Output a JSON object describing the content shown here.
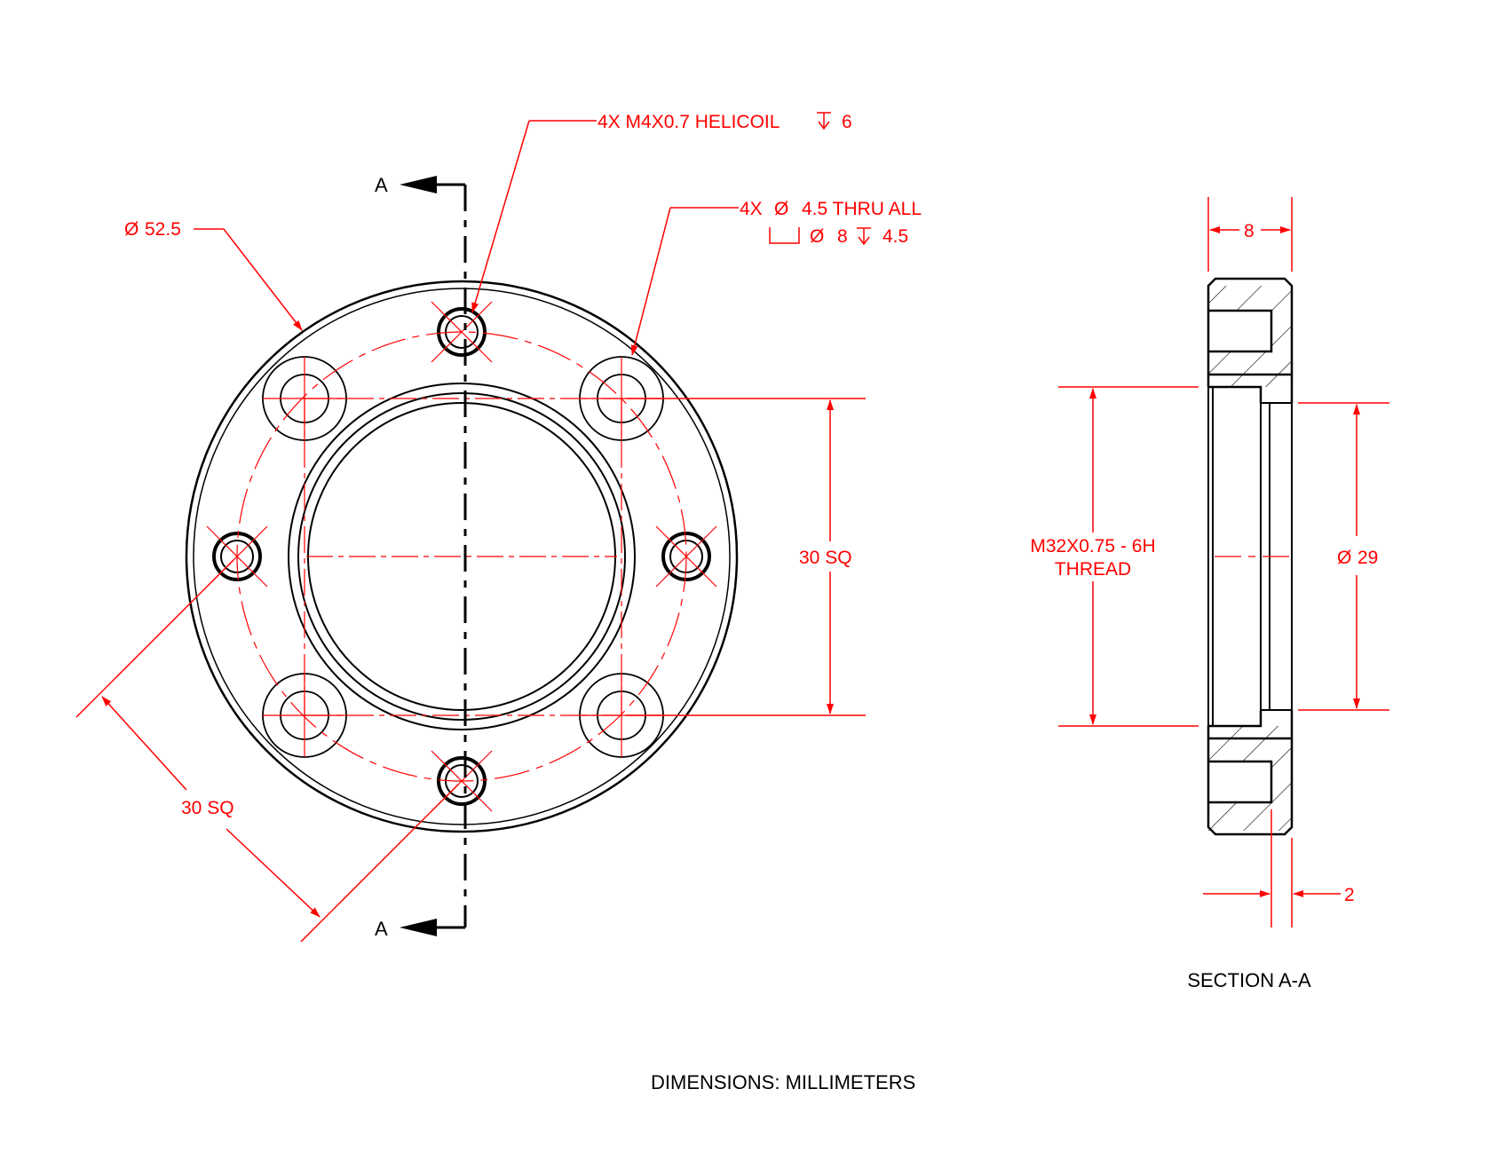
{
  "drawing": {
    "note_units": "DIMENSIONS:  MILLIMETERS",
    "section_view_title": "SECTION A-A",
    "section_marker_top": "A",
    "section_marker_bottom": "A",
    "callout_helicoil": "4X M4X0.7 HELICOIL",
    "callout_helicoil_depth": "6",
    "callout_thru_line1": "4X",
    "callout_thru_line1_value": "4.5 THRU ALL",
    "callout_thru_line2_value": "8",
    "callout_thru_line2_depth": "4.5",
    "dim_outer_diameter": "52.5",
    "dim_square_right": "30 SQ",
    "dim_square_diagonal": "30 SQ",
    "dim_thickness": "8",
    "dim_thread_line1": "M32X0.75 - 6H",
    "dim_thread_line2": "THREAD",
    "dim_bore_diameter": "29",
    "dim_relief": "2"
  },
  "colors": {
    "geometry": "#000000",
    "dimensions": "#ff0000"
  }
}
